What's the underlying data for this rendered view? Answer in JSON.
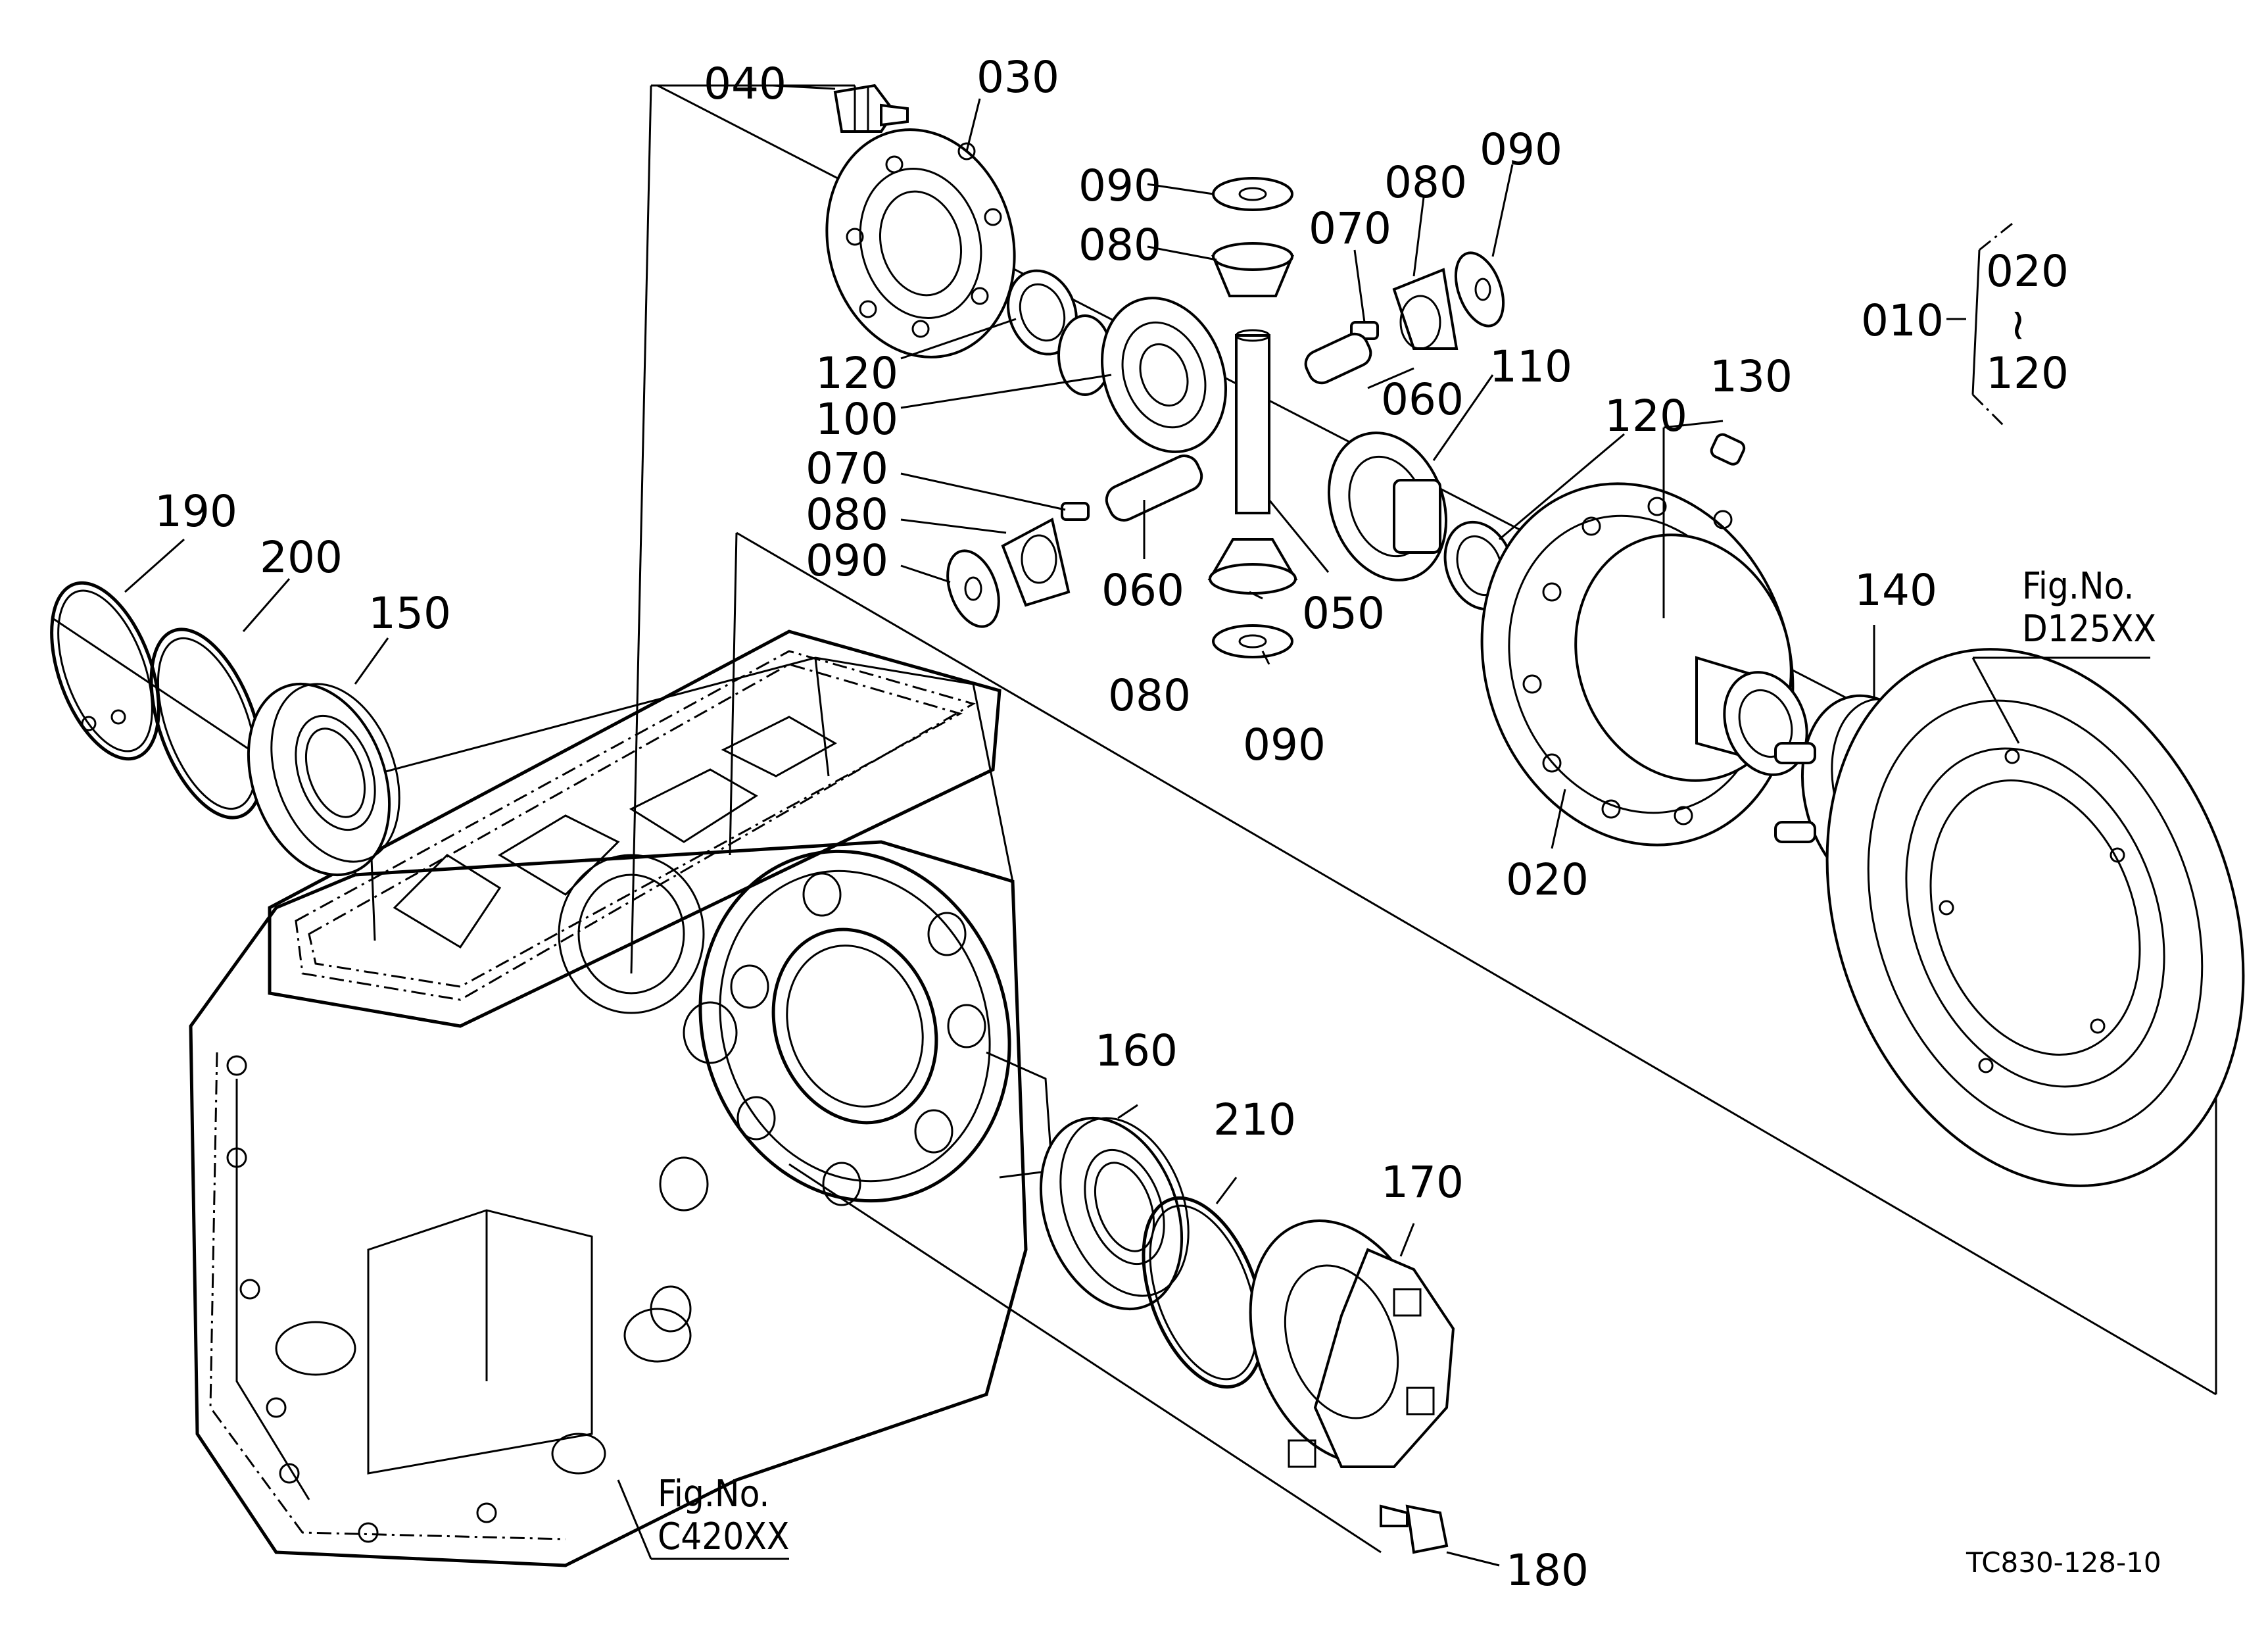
{
  "labels": {
    "p010": "010",
    "p020_top": "020",
    "p020": "020",
    "p030": "030",
    "p040": "040",
    "p050": "050",
    "p060_a": "060",
    "p060_b": "060",
    "p070_a": "070",
    "p070_b": "070",
    "p080_a": "080",
    "p080_b": "080",
    "p080_c": "080",
    "p080_d": "080",
    "p090_a": "090",
    "p090_b": "090",
    "p090_c": "090",
    "p090_d": "090",
    "p100": "100",
    "p110": "110",
    "p120_a": "120",
    "p120_b": "120",
    "p120_range": "120",
    "p130": "130",
    "p140": "140",
    "p150": "150",
    "p160": "160",
    "p170": "170",
    "p180": "180",
    "p190": "190",
    "p200": "200",
    "p210": "210",
    "range_tilde": "~"
  },
  "references": {
    "fig_d_line1": "Fig.No.",
    "fig_d_line2": "D125XX",
    "fig_c_line1": "Fig.No.",
    "fig_c_line2": "C420XX"
  },
  "drawing_code": "TC830-128-10"
}
